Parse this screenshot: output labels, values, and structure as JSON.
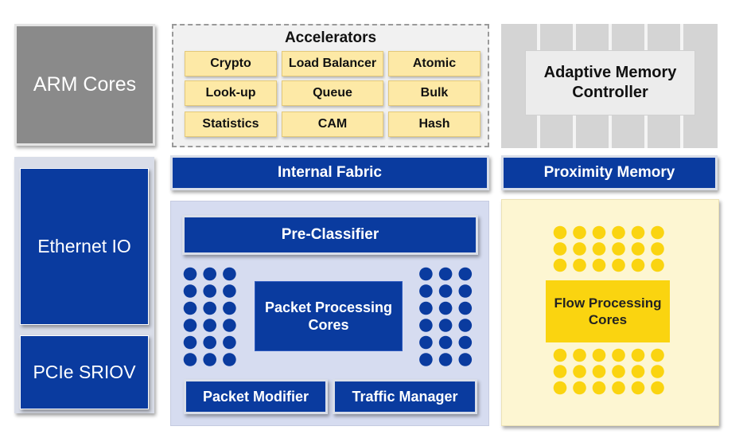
{
  "blocks": {
    "arm_cores": "ARM Cores",
    "accelerators_title": "Accelerators",
    "accelerators": [
      [
        "Crypto",
        "Load Balancer",
        "Atomic"
      ],
      [
        "Look-up",
        "Queue",
        "Bulk"
      ],
      [
        "Statistics",
        "CAM",
        "Hash"
      ]
    ],
    "adaptive_memory_line1": "Adaptive Memory",
    "adaptive_memory_line2": "Controller",
    "internal_fabric": "Internal Fabric",
    "proximity_memory": "Proximity Memory",
    "ethernet_io": "Ethernet IO",
    "pcie_sriov": "PCIe SRIOV",
    "pre_classifier": "Pre-Classifier",
    "packet_processing_line1": "Packet Processing",
    "packet_processing_line2": "Cores",
    "packet_modifier": "Packet Modifier",
    "traffic_manager": "Traffic Manager",
    "flow_processing_line1": "Flow Processing",
    "flow_processing_line2": "Cores"
  },
  "colors": {
    "blue": "#0a3b9f",
    "yellow": "#fad410",
    "gray": "#8a8a8a",
    "pale_yellow": "#fde9a6"
  }
}
